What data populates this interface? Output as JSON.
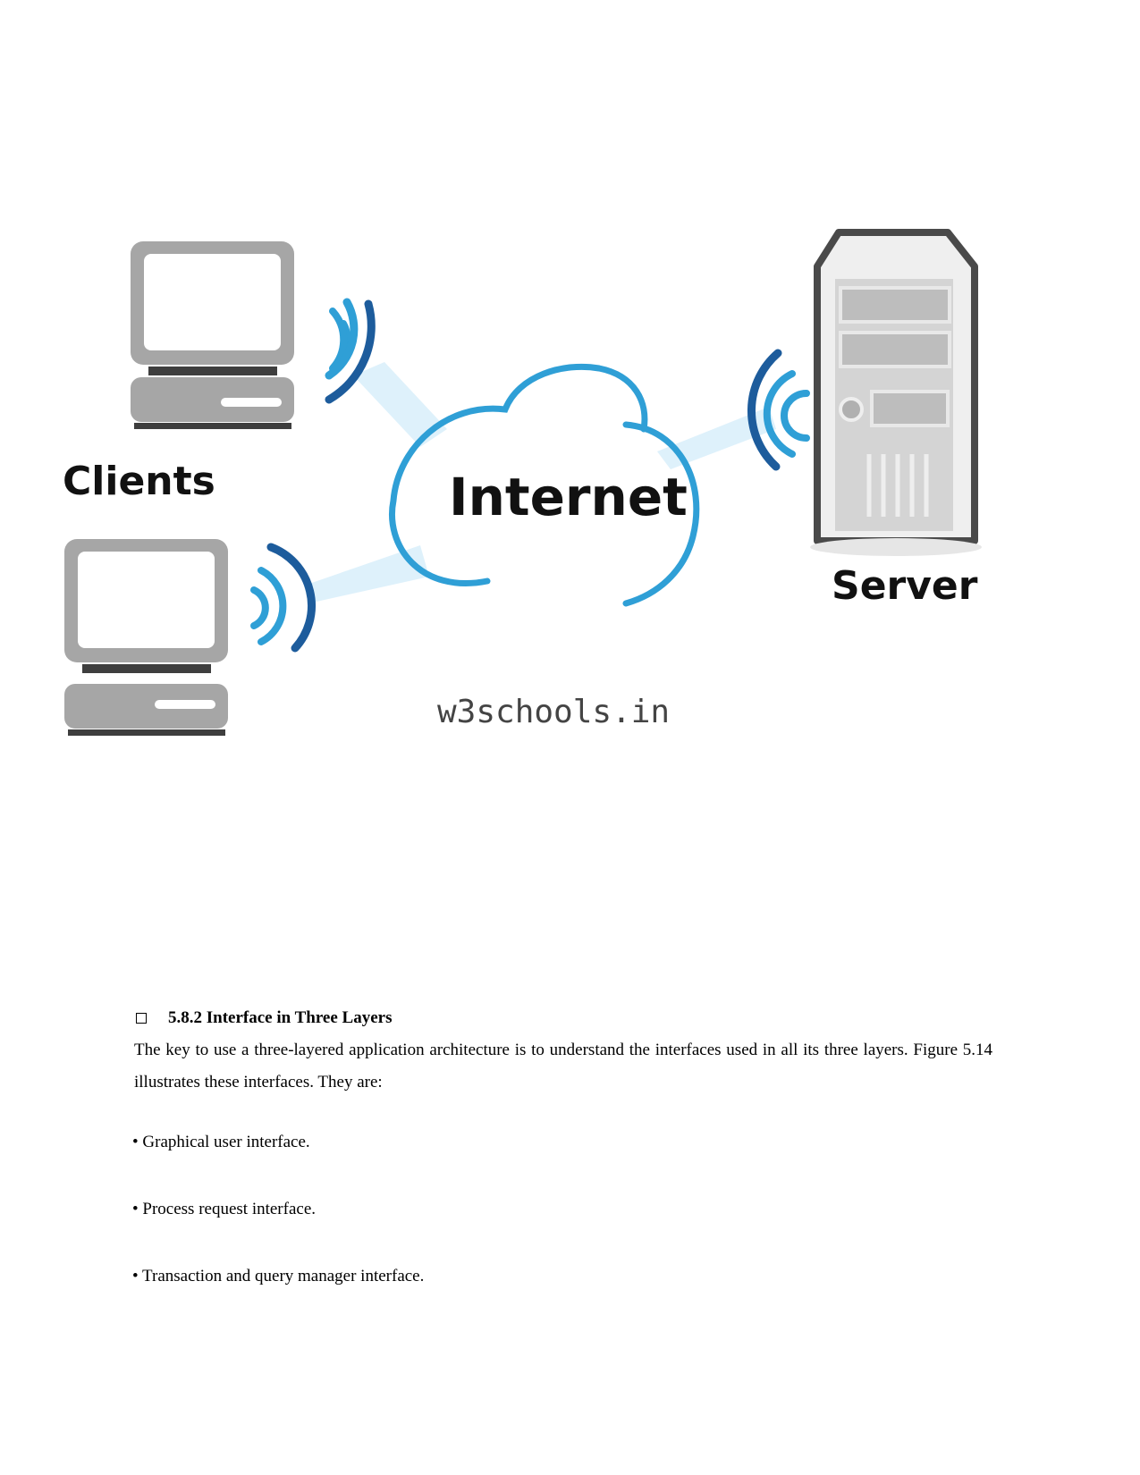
{
  "figure": {
    "labels": {
      "clients": "Clients",
      "internet": "Internet",
      "server": "Server",
      "watermark": "w3schools.in"
    },
    "colors": {
      "cloud": "#2f9fd6",
      "signal_light": "#2f9fd6",
      "signal_dark": "#1d5c9c",
      "device_gray": "#a6a6a6",
      "device_dark": "#3e3e3e",
      "link_glow": "#d8eefa"
    }
  },
  "section": {
    "heading": "5.8.2 Interface in Three Layers",
    "paragraph": "The key to use a three-layered application architecture is to understand the interfaces used in all its three layers. Figure 5.14 illustrates these interfaces. They are:",
    "bullets": [
      "• Graphical user interface.",
      "• Process request interface.",
      "• Transaction and query manager interface."
    ]
  }
}
